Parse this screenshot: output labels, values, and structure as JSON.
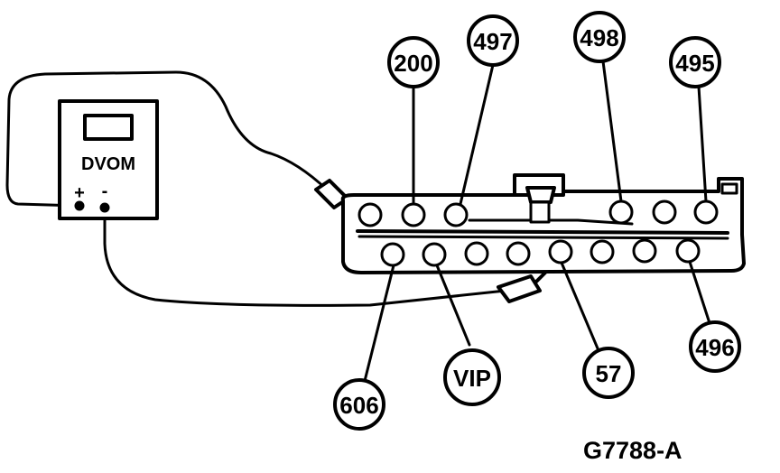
{
  "meter": {
    "label": "DVOM",
    "positive_symbol": "+",
    "negative_symbol": "-"
  },
  "callouts": {
    "c200": "200",
    "c497": "497",
    "c498": "498",
    "c495": "495",
    "c496": "496",
    "c57": "57",
    "cVIP": "VIP",
    "c606": "606"
  },
  "figure_id": "G7788-A",
  "colors": {
    "ink": "#000000",
    "paper": "#ffffff"
  }
}
